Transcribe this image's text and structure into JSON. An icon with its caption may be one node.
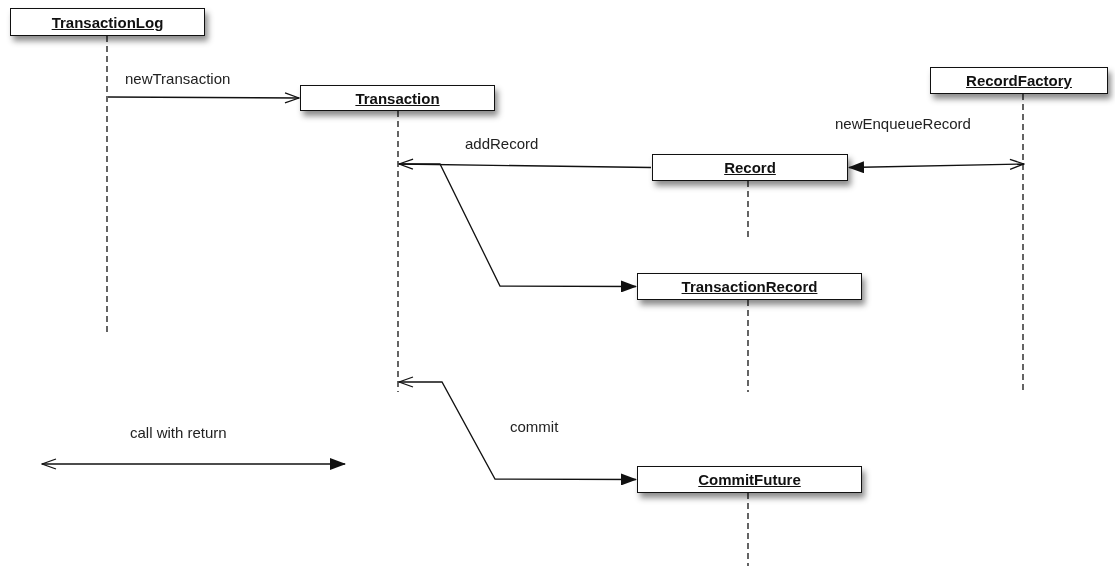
{
  "diagram": {
    "nodes": [
      {
        "text": [
          "TransactionLog"
        ]
      },
      {
        "text": [
          "Transaction"
        ]
      },
      {
        "text": [
          "RecordFactory"
        ]
      },
      {
        "text": [
          "Record"
        ]
      },
      {
        "text": [
          "TransactionRecord"
        ]
      },
      {
        "text": [
          "CommitFuture"
        ]
      }
    ],
    "edges": [
      {
        "from": 0,
        "to": 1,
        "arrow": "to",
        "label": "newTransaction"
      },
      {
        "from": 3,
        "to": 2,
        "arrow": "both",
        "label": "newEnqueueRecord"
      },
      {
        "from": 3,
        "to": 1,
        "arrow": "to",
        "label": "addRecord"
      },
      {
        "from": 1,
        "to": 4,
        "arrow": "to"
      },
      {
        "from": 1,
        "to": 5,
        "arrow": "both",
        "label": "commit"
      }
    ],
    "legend": [
      {
        "text": "call with return"
      }
    ]
  }
}
